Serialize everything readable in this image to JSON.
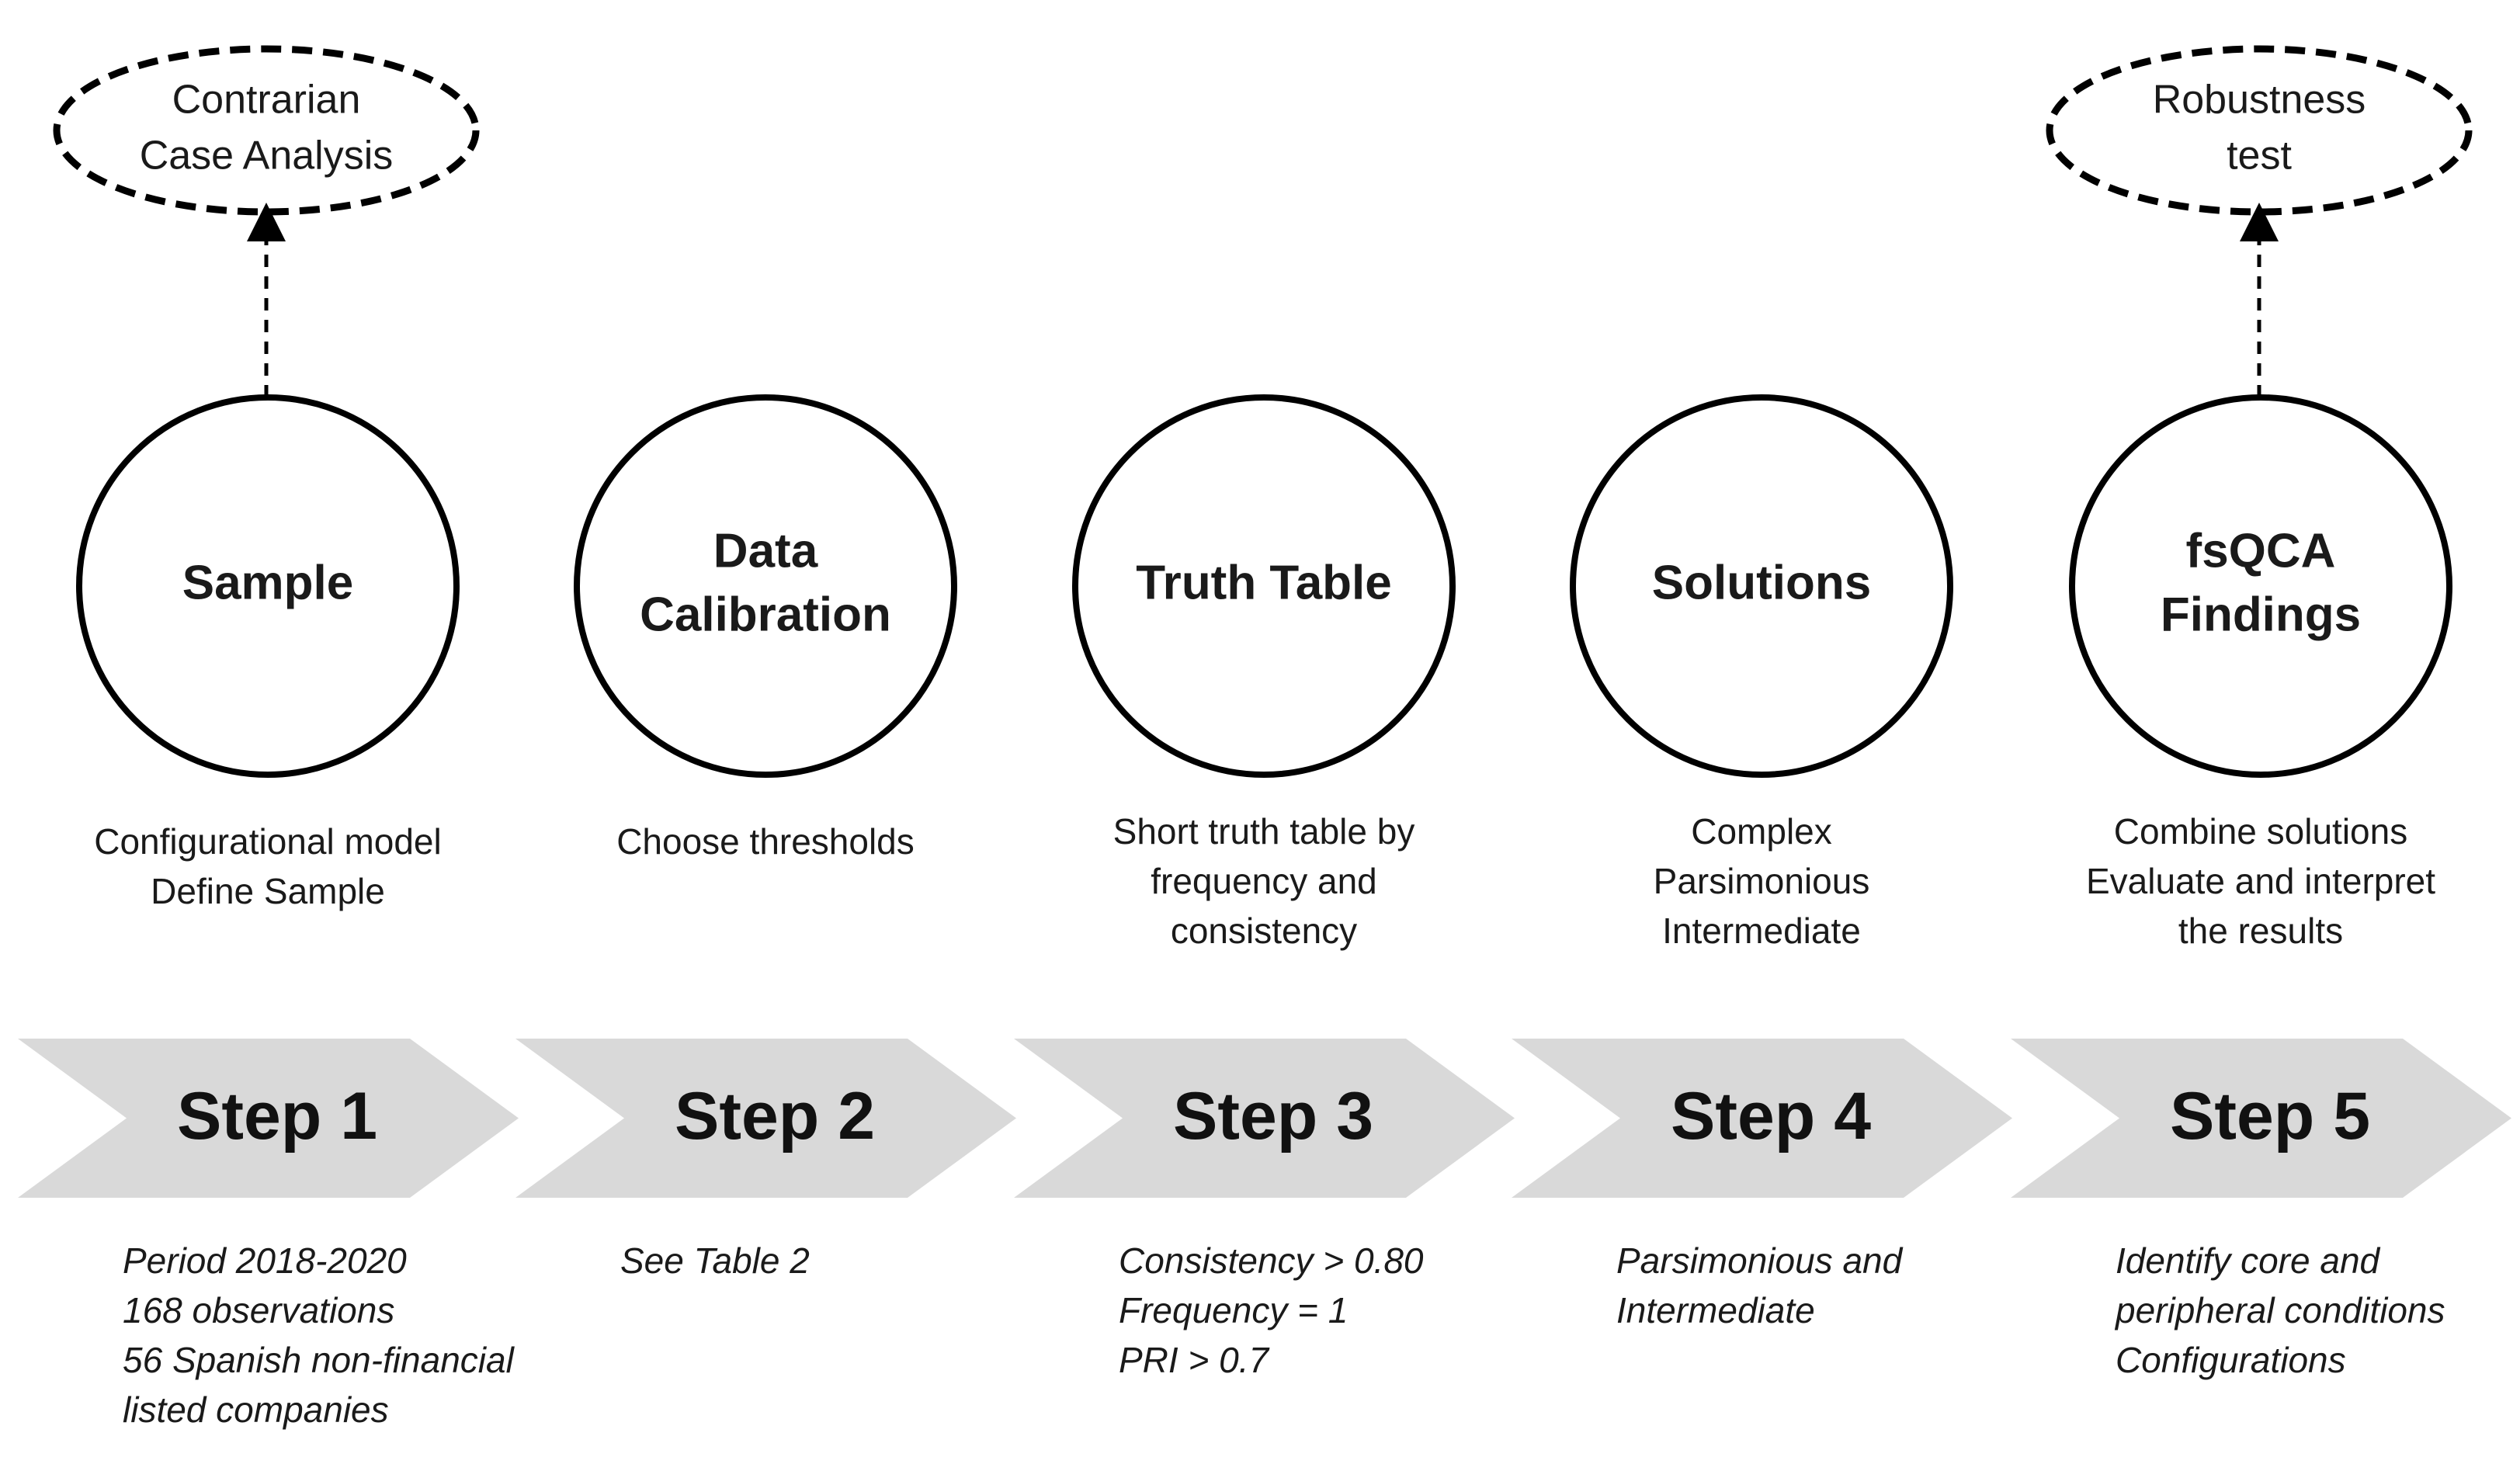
{
  "extras": [
    {
      "id": "contrarian",
      "lines": [
        "Contrarian",
        "Case Analysis"
      ],
      "linked_step": 1
    },
    {
      "id": "robustness",
      "lines": [
        "Robustness",
        "test"
      ],
      "linked_step": 5
    }
  ],
  "steps": [
    {
      "label": "Step 1",
      "title_lines": [
        "Sample"
      ],
      "description_lines": [
        "Configurational model",
        "Define Sample"
      ],
      "detail_lines": [
        "Period 2018-2020",
        "168 observations",
        "56 Spanish non-financial",
        "listed companies"
      ]
    },
    {
      "label": "Step 2",
      "title_lines": [
        "Data",
        "Calibration"
      ],
      "description_lines": [
        "Choose thresholds"
      ],
      "detail_lines": [
        "See Table 2"
      ]
    },
    {
      "label": "Step 3",
      "title_lines": [
        "Truth Table"
      ],
      "description_lines": [
        "Short truth table by",
        "frequency and",
        "consistency"
      ],
      "detail_lines": [
        "Consistency > 0.80",
        "Frequency = 1",
        "PRI > 0.7"
      ]
    },
    {
      "label": "Step 4",
      "title_lines": [
        "Solutions"
      ],
      "description_lines": [
        "Complex",
        "Parsimonious",
        "Intermediate"
      ],
      "detail_lines": [
        "Parsimonious and",
        "Intermediate"
      ]
    },
    {
      "label": "Step 5",
      "title_lines": [
        "fsQCA",
        "Findings"
      ],
      "description_lines": [
        "Combine solutions",
        "Evaluate and interpret",
        "the results"
      ],
      "detail_lines": [
        "Identify core and",
        "peripheral conditions",
        "Configurations"
      ]
    }
  ],
  "colors": {
    "chevron_fill": "#d9d9d9",
    "outline": "#000000",
    "text": "#1a1a1a"
  }
}
